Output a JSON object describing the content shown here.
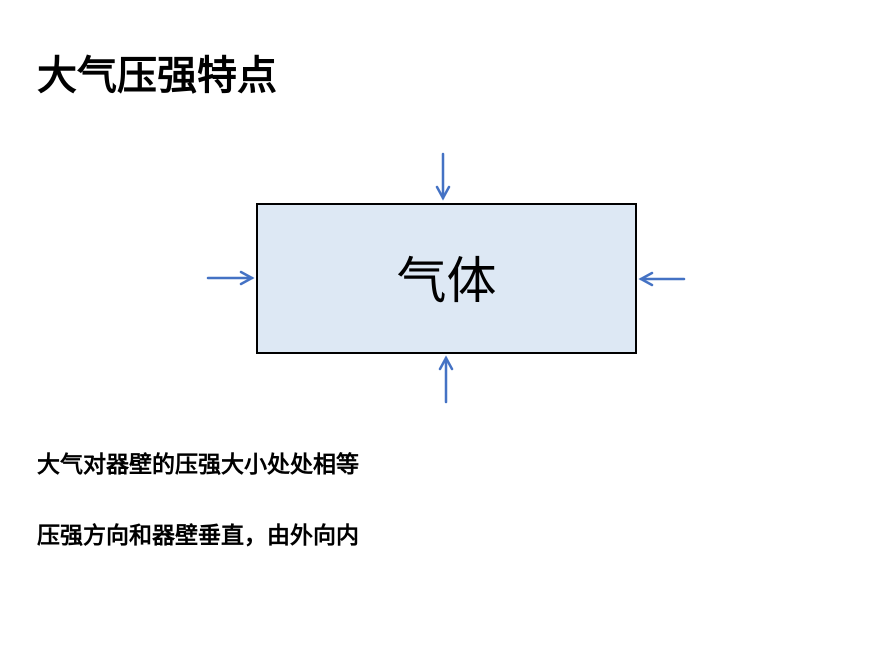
{
  "title": "大气压强特点",
  "diagram": {
    "box_label": "气体",
    "box_fill": "#dde8f4",
    "arrow_color": "#4472c4"
  },
  "points": [
    "大气对器壁的压强大小处处相等",
    "压强方向和器壁垂直，由外向内"
  ]
}
